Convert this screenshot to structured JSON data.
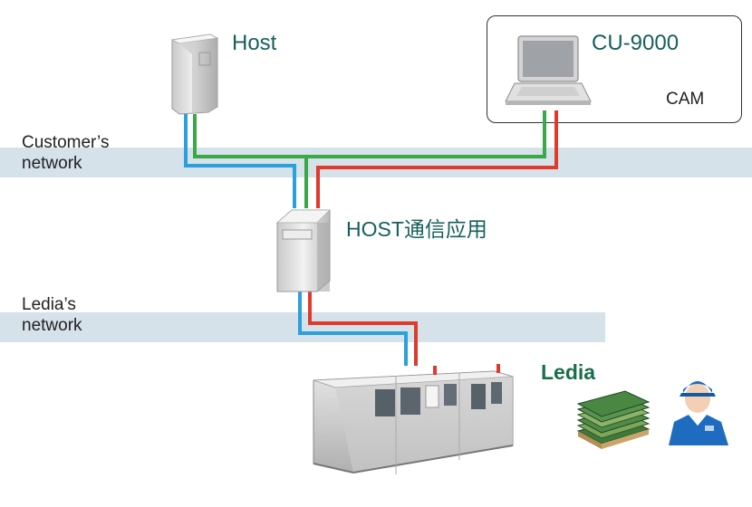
{
  "networks": {
    "customer": {
      "line1": "Customer’s",
      "line2": "network"
    },
    "ledia": {
      "line1": "Ledia’s",
      "line2": "network"
    }
  },
  "nodes": {
    "host": {
      "label": "Host"
    },
    "cam": {
      "label": "CU-9000",
      "sublabel": "CAM"
    },
    "host_comm": {
      "label": "HOST通信应用"
    },
    "ledia": {
      "label": "Ledia"
    }
  },
  "colors": {
    "blue_line": "#2aa0dc",
    "green_line": "#3aa846",
    "red_line": "#e03a2c",
    "network_band": "#d5e2ea",
    "title_text": "#16605c",
    "brand_text": "#1a6e4a"
  },
  "icons": [
    "server-icon",
    "laptop-icon",
    "server-icon",
    "machine-icon",
    "pcb-stack-icon",
    "worker-icon"
  ]
}
